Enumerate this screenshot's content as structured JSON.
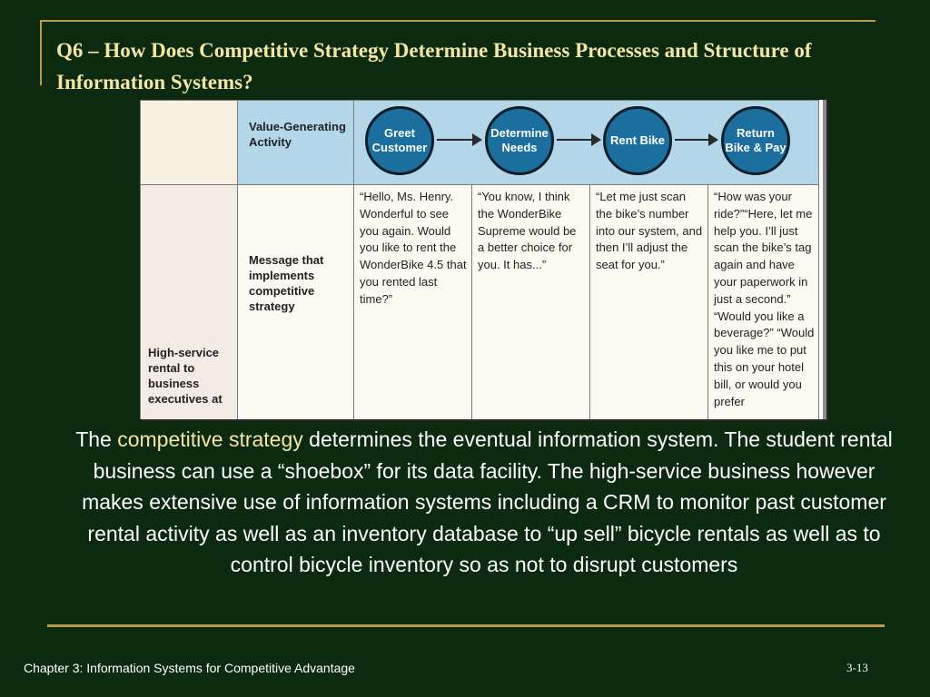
{
  "slide": {
    "title": "Q6 – How Does Competitive Strategy Determine Business Processes and Structure of Information Systems?",
    "footer": "Chapter 3: Information Systems for Competitive Advantage",
    "page_number": "3-13"
  },
  "figure": {
    "activity_label": "Value-Generating Activity",
    "steps": [
      "Greet Customer",
      "Determine Needs",
      "Rent Bike",
      "Return Bike & Pay"
    ],
    "message_label": "Message that implements competitive strategy",
    "row_label": "High-service rental to business executives at",
    "quotes": [
      "“Hello, Ms. Henry. Wonderful to see you again. Would you like to rent the WonderBike 4.5 that you rented last time?”",
      "“You know, I think the WonderBike Supreme would be a better choice for you. It has...”",
      "“Let me just scan the bike’s number into our system, and then I’ll adjust the seat for you.”",
      "“How was your ride?”“Here, let me help you. I’ll just scan the bike’s tag again and have your paperwork in just a second.” “Would you like a beverage?” “Would you like me to put this on your hotel bill, or would you prefer"
    ]
  },
  "caption": {
    "lead": "The ",
    "highlight": "competitive strategy",
    "rest": " determines the eventual information system. The student rental business can use a “shoebox” for its data facility. The high-service business however makes extensive use of information systems including a CRM to monitor past customer rental activity as well as an inventory database to “up sell” bicycle rentals as well as to control bicycle inventory so as not to disrupt customers"
  },
  "colors": {
    "background": "#0b2a10",
    "title": "#f4e6a0",
    "rule": "#b89a4a",
    "step_circle": "#1a6f9f",
    "header_band": "#b3d6e8"
  }
}
